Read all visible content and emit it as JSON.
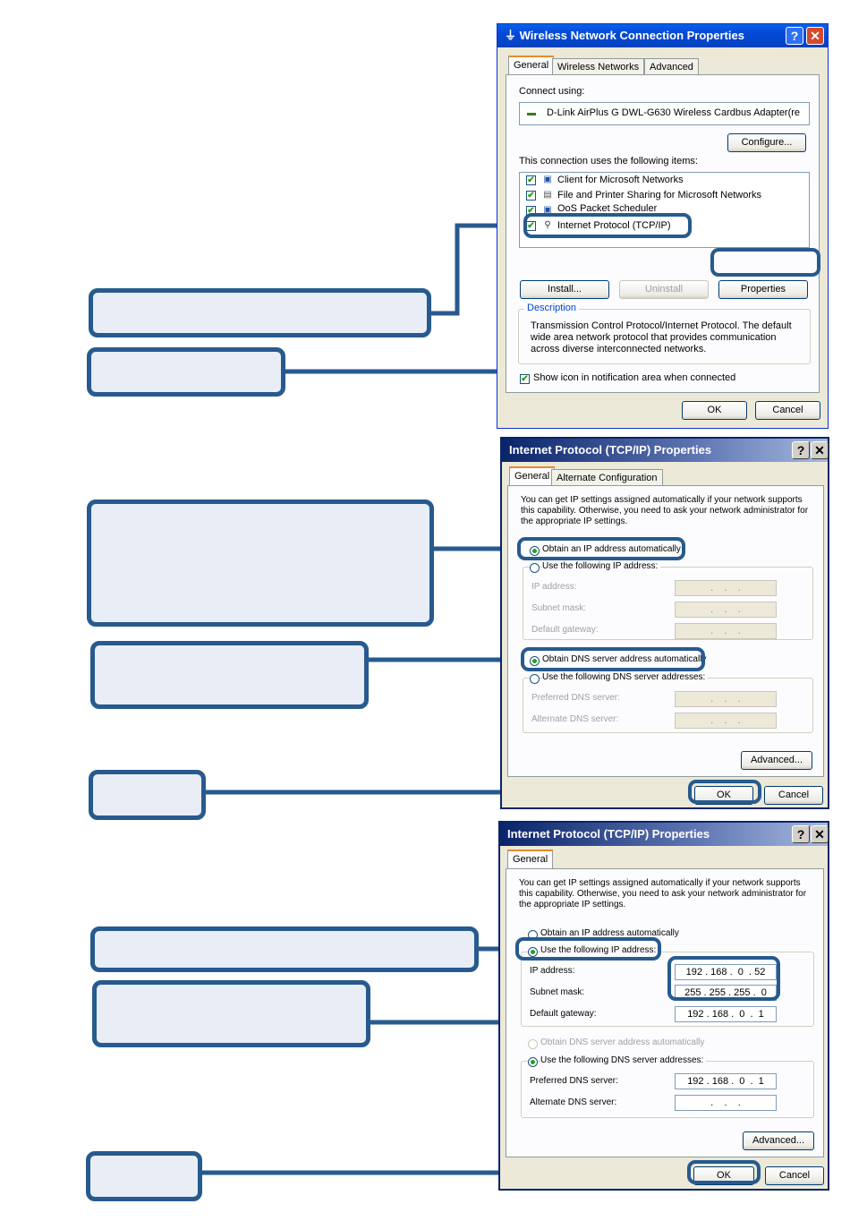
{
  "dialog1": {
    "title": "Wireless Network Connection Properties",
    "help_glyph": "?",
    "close_glyph": "✕",
    "tabs": [
      "General",
      "Wireless Networks",
      "Advanced"
    ],
    "connect_using_label": "Connect using:",
    "adapter_name": "D-Link AirPlus G DWL-G630 Wireless Cardbus Adapter(re",
    "configure_label": "Configure...",
    "items_label": "This connection uses the following items:",
    "items": [
      {
        "label": "Client for Microsoft Networks",
        "checked": true,
        "icon": "network-client-icon"
      },
      {
        "label": "File and Printer Sharing for Microsoft Networks",
        "checked": true,
        "icon": "printer-icon"
      },
      {
        "label": "QoS Packet Scheduler",
        "checked": true,
        "icon": "scheduler-icon"
      },
      {
        "label": "Internet Protocol (TCP/IP)",
        "checked": true,
        "icon": "protocol-icon"
      }
    ],
    "install_label": "Install...",
    "uninstall_label": "Uninstall",
    "properties_label": "Properties",
    "description_title": "Description",
    "description_text": [
      "Transmission Control Protocol/Internet Protocol. The default",
      "wide area network protocol that provides communication",
      "across diverse interconnected networks."
    ],
    "show_icon_label": "Show icon in notification area when connected",
    "ok_label": "OK",
    "cancel_label": "Cancel"
  },
  "dialog2": {
    "title": "Internet Protocol (TCP/IP) Properties",
    "help_glyph": "?",
    "close_glyph": "✕",
    "tabs": [
      "General",
      "Alternate Configuration"
    ],
    "intro": [
      "You can get IP settings assigned automatically if your network supports",
      "this capability. Otherwise, you need to ask your network administrator for",
      "the appropriate IP settings."
    ],
    "obtain_ip_auto": "Obtain an IP address automatically",
    "use_following_ip": "Use the following IP address:",
    "ip_address_label": "IP address:",
    "subnet_mask_label": "Subnet mask:",
    "default_gateway_label": "Default gateway:",
    "obtain_dns_auto": "Obtain DNS server address automatically",
    "use_following_dns": "Use the following DNS server addresses:",
    "preferred_dns_label": "Preferred DNS server:",
    "alternate_dns_label": "Alternate DNS server:",
    "empty_ip": " .    .    . ",
    "advanced_label": "Advanced...",
    "ok_label": "OK",
    "cancel_label": "Cancel"
  },
  "dialog3": {
    "title": "Internet Protocol (TCP/IP) Properties",
    "help_glyph": "?",
    "close_glyph": "✕",
    "tabs": [
      "General"
    ],
    "intro": [
      "You can get IP settings assigned automatically if your network supports",
      "this capability. Otherwise, you need to ask your network administrator for",
      "the appropriate IP settings."
    ],
    "obtain_ip_auto": "Obtain an IP address automatically",
    "use_following_ip": "Use the following IP address:",
    "ip_address_label": "IP address:",
    "ip_address": "192 . 168 .  0  . 52",
    "subnet_mask_label": "Subnet mask:",
    "subnet_mask": "255 . 255 . 255 .  0",
    "default_gateway_label": "Default gateway:",
    "default_gateway": "192 . 168 .  0  .  1",
    "obtain_dns_auto": "Obtain DNS server address automatically",
    "use_following_dns": "Use the following DNS server addresses:",
    "preferred_dns_label": "Preferred DNS server:",
    "preferred_dns": "192 . 168 .  0  .  1",
    "alternate_dns_label": "Alternate DNS server:",
    "alternate_dns": " .    .    . ",
    "advanced_label": "Advanced...",
    "ok_label": "OK",
    "cancel_label": "Cancel"
  },
  "callout_color": "#275a8e",
  "callout_fill": "#e9edf6"
}
